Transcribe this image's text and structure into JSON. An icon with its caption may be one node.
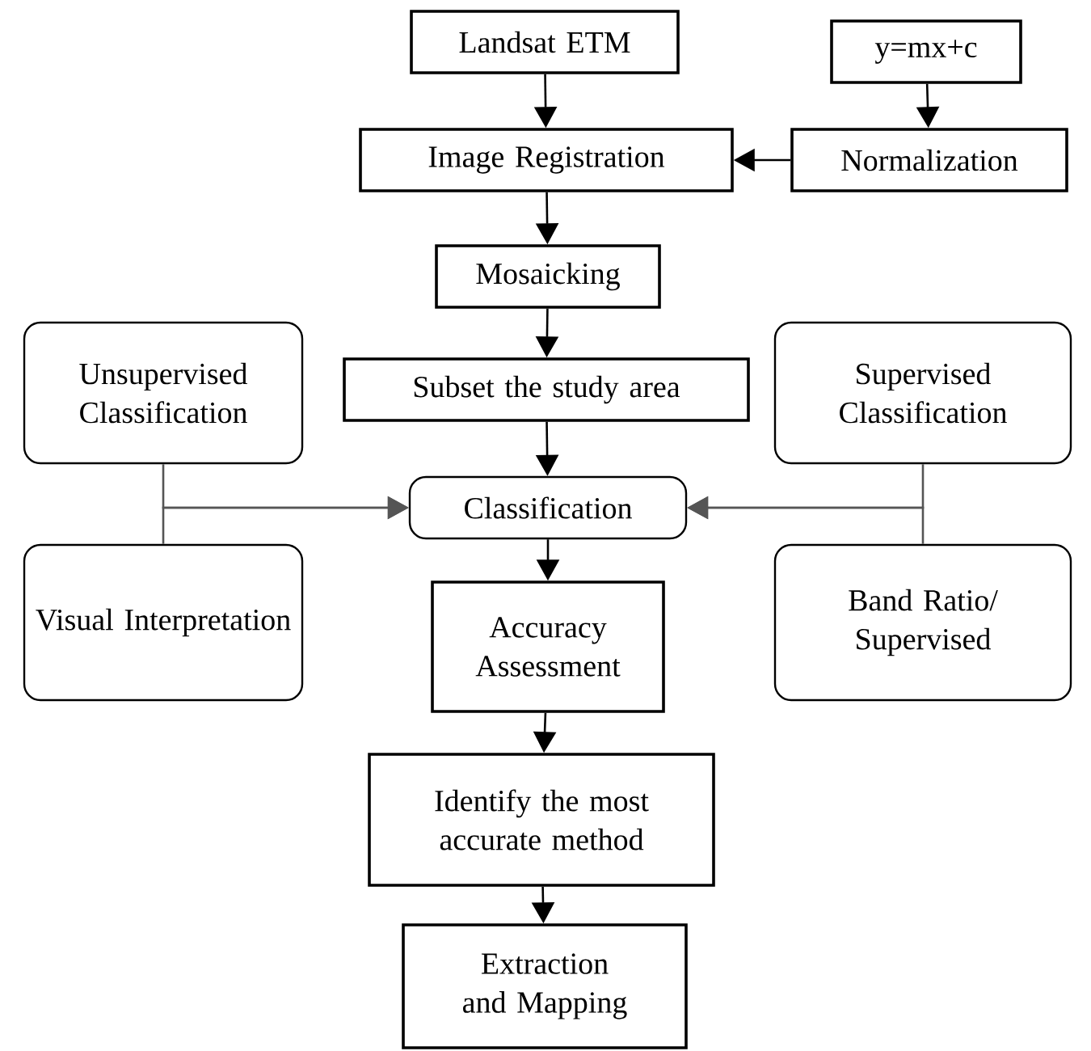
{
  "diagram": {
    "nodes": [
      {
        "text": [
          "Landsat ETM"
        ]
      },
      {
        "text": [
          "y=mx+c"
        ]
      },
      {
        "text": [
          "Image Registration"
        ]
      },
      {
        "text": [
          "Normalization"
        ]
      },
      {
        "text": [
          "Mosaicking"
        ]
      },
      {
        "text": [
          "Unsupervised Classification"
        ]
      },
      {
        "text": [
          "Subset the study area"
        ]
      },
      {
        "text": [
          "Supervised Classification"
        ]
      },
      {
        "text": [
          "Classification"
        ]
      },
      {
        "text": [
          "Visual Interpretation"
        ]
      },
      {
        "text": [
          "Accuracy Assessment"
        ]
      },
      {
        "text": [
          "Band Ratio/ Supervised"
        ]
      },
      {
        "text": [
          "Identify the most accurate method"
        ]
      },
      {
        "text": [
          "Extraction and Mapping"
        ]
      }
    ],
    "edges": [
      {
        "from": 0,
        "to": 2,
        "arrow": "to"
      },
      {
        "from": 1,
        "to": 3,
        "arrow": "to"
      },
      {
        "from": 3,
        "to": 2,
        "arrow": "to"
      },
      {
        "from": 2,
        "to": 4,
        "arrow": "to"
      },
      {
        "from": 4,
        "to": 6,
        "arrow": "to"
      },
      {
        "from": 6,
        "to": 8,
        "arrow": "to"
      },
      {
        "from": 5,
        "to": 8,
        "arrow": "to",
        "color": "#555555"
      },
      {
        "from": 9,
        "to": 8,
        "arrow": "to",
        "color": "#555555"
      },
      {
        "from": 7,
        "to": 8,
        "arrow": "to",
        "color": "#555555"
      },
      {
        "from": 11,
        "to": 8,
        "arrow": "to",
        "color": "#555555"
      },
      {
        "from": 8,
        "to": 10,
        "arrow": "to"
      },
      {
        "from": 10,
        "to": 12,
        "arrow": "to"
      },
      {
        "from": 12,
        "to": 13,
        "arrow": "to"
      }
    ]
  }
}
